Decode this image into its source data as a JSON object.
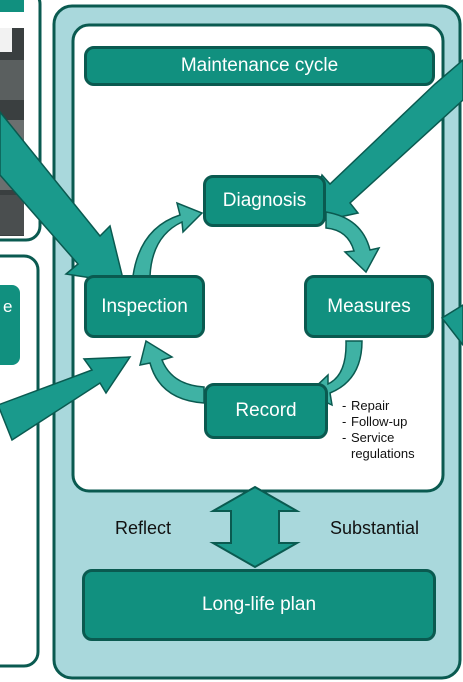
{
  "cycle_title": "Maintenance cycle",
  "steps": {
    "diagnosis": "Diagnosis",
    "measures": "Measures",
    "record": "Record",
    "inspection": "Inspection"
  },
  "measures_list": [
    "Repair",
    "Follow-up",
    "Service regulations"
  ],
  "reflect_label": "Reflect",
  "substantial_label": "Substantial",
  "plan_title": "Long-life plan",
  "partial_left_text": "e",
  "colors": {
    "panel_fill": "#a9d8dc",
    "panel_border": "#0a5a50",
    "box_fill": "#11907f",
    "arrow_fill": "#1a9a8c",
    "cycle_arrow_fill": "#3fb2a4"
  }
}
